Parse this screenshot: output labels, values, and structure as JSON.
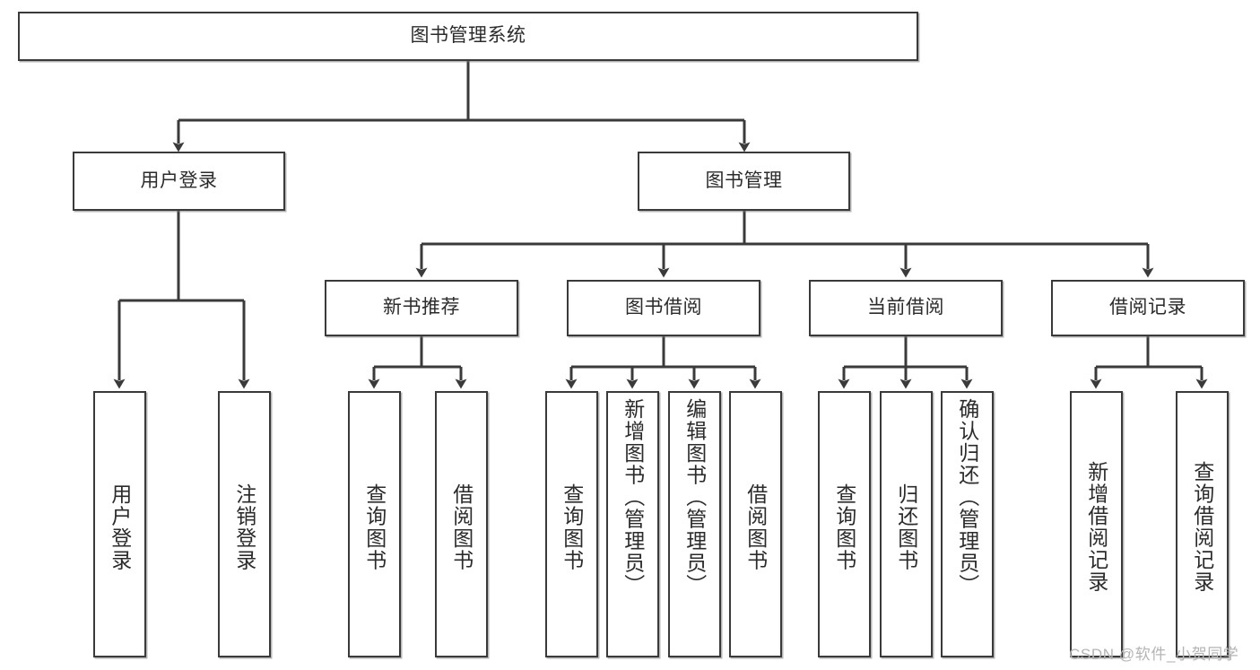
{
  "diagram": {
    "title": "图书管理系统",
    "type": "tree-hierarchy-diagram",
    "root": {
      "label": "图书管理系统"
    },
    "level1": [
      {
        "label": "用户登录"
      },
      {
        "label": "图书管理"
      }
    ],
    "level2": [
      {
        "label": "新书推荐"
      },
      {
        "label": "图书借阅"
      },
      {
        "label": "当前借阅"
      },
      {
        "label": "借阅记录"
      }
    ],
    "leaves": [
      {
        "label": "用户登录"
      },
      {
        "label": "注销登录"
      },
      {
        "label": "查询图书"
      },
      {
        "label": "借阅图书"
      },
      {
        "label": "查询图书"
      },
      {
        "label": "新增图书（管理员）"
      },
      {
        "label": "编辑图书（管理员）"
      },
      {
        "label": "借阅图书"
      },
      {
        "label": "查询图书"
      },
      {
        "label": "归还图书"
      },
      {
        "label": "确认归还（管理员）"
      },
      {
        "label": "新增借阅记录"
      },
      {
        "label": "查询借阅记录"
      }
    ]
  },
  "watermark": {
    "text": "CSDN @软件_小贺同学"
  },
  "colors": {
    "box_border": "#3a3a3a",
    "box_fill": "#ffffff",
    "text": "#2b2b2b",
    "connector": "#3a3a3a",
    "watermark": "#b4b4b4",
    "background": "#ffffff"
  }
}
